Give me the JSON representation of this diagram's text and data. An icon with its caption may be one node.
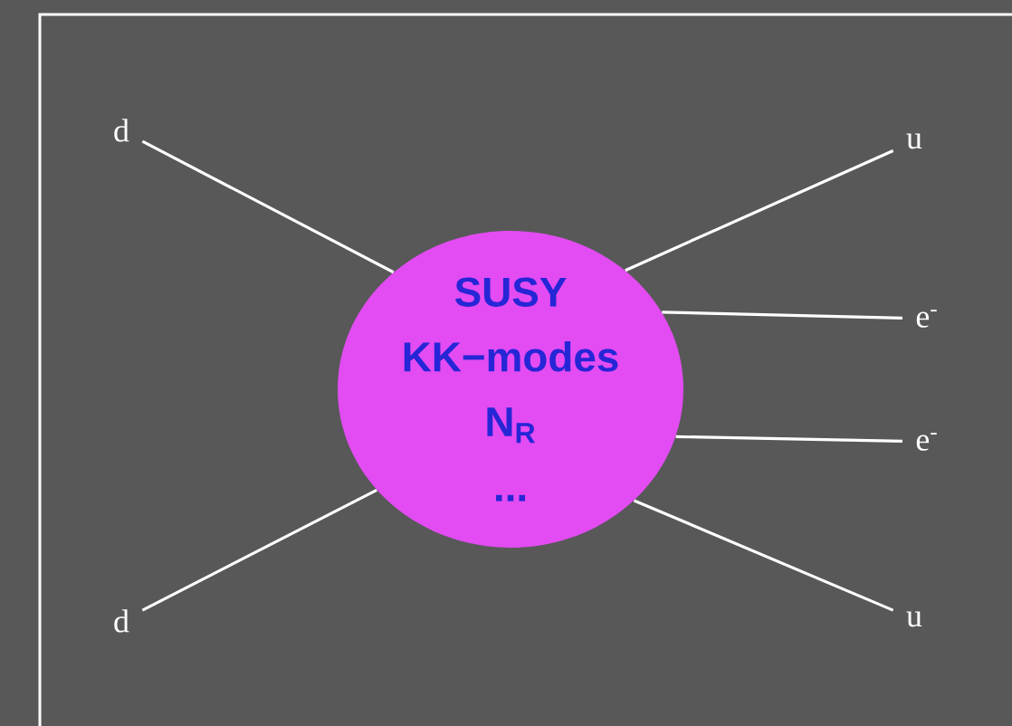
{
  "diagram": {
    "nodes": [
      {
        "text": [
          "d"
        ]
      },
      {
        "text": [
          "u"
        ]
      },
      {
        "text": [
          "SUSY",
          "KK−modes",
          "N$_{R}$",
          "..."
        ]
      },
      {
        "text": [
          "e$^{-}$"
        ]
      },
      {
        "text": [
          "e$^{-}$"
        ]
      },
      {
        "text": [
          "d"
        ]
      },
      {
        "text": [
          "u"
        ]
      }
    ],
    "edges": [
      {
        "from": 0,
        "to": 2,
        "arrow": "none"
      },
      {
        "from": 2,
        "to": 1,
        "arrow": "none"
      },
      {
        "from": 2,
        "to": 3,
        "arrow": "none"
      },
      {
        "from": 2,
        "to": 4,
        "arrow": "none"
      },
      {
        "from": 5,
        "to": 2,
        "arrow": "none"
      },
      {
        "from": 2,
        "to": 6,
        "arrow": "none"
      }
    ]
  }
}
